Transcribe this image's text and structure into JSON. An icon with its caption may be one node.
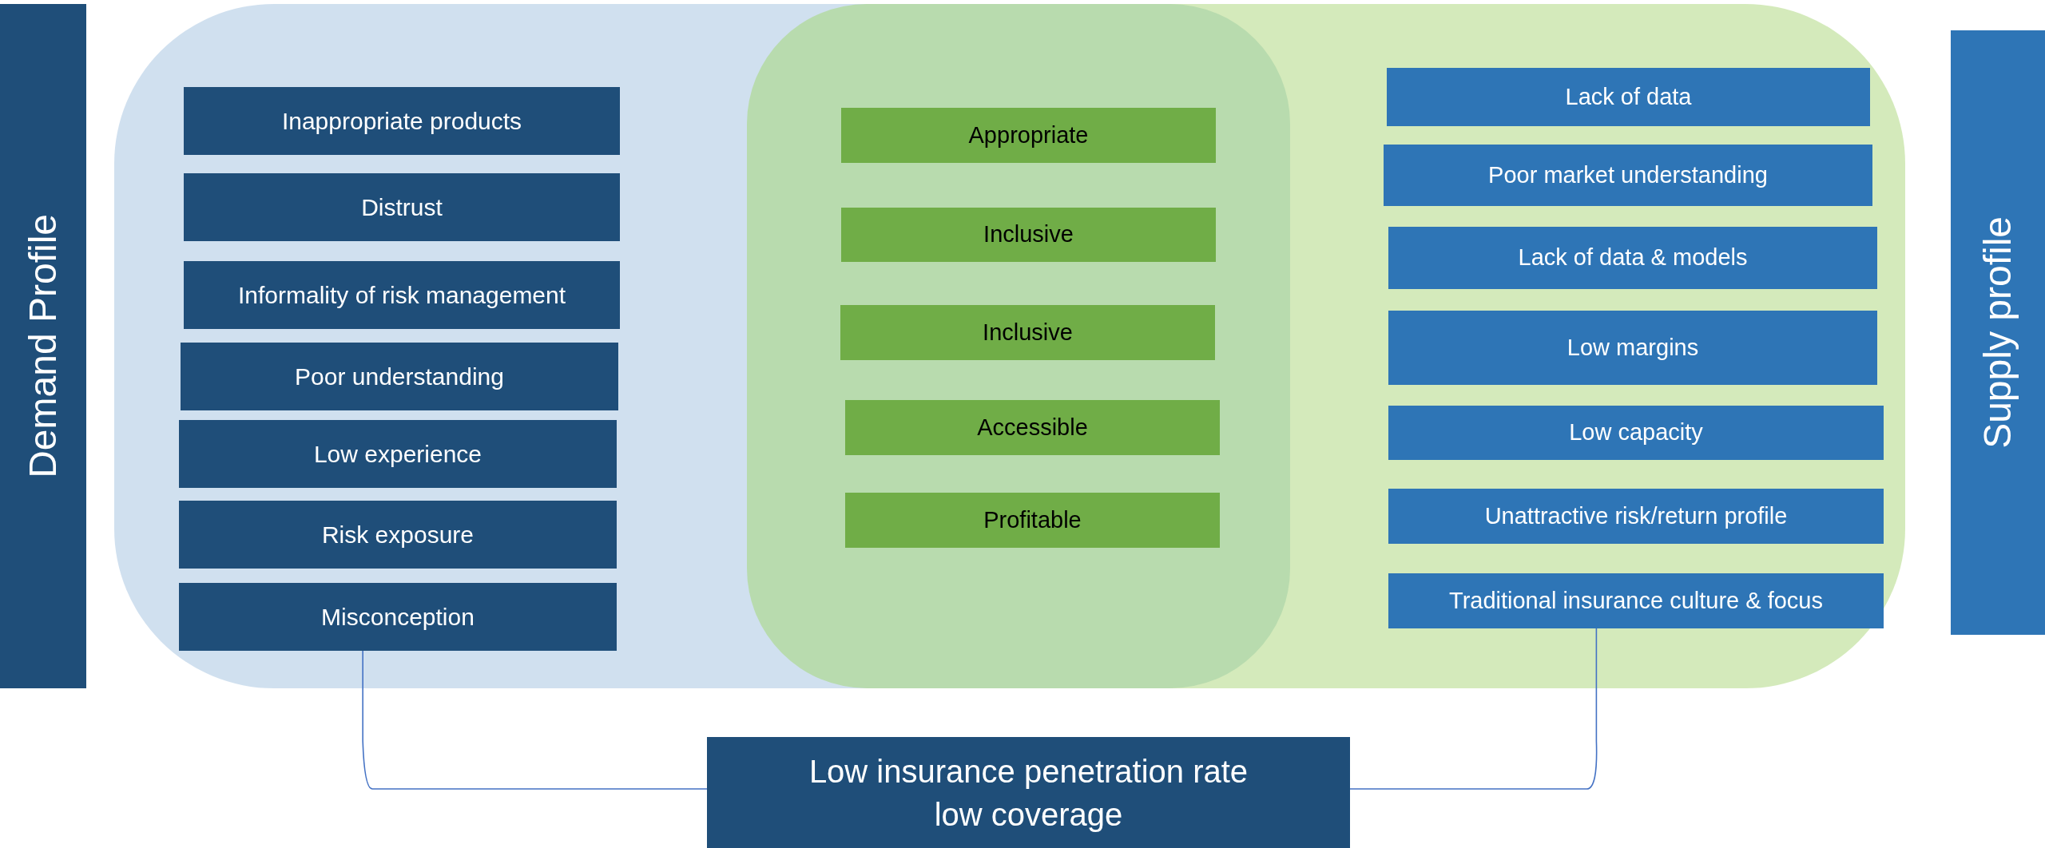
{
  "diagram": {
    "nodes": [
      {
        "text": [
          "Demand Profile"
        ]
      },
      {
        "text": [
          "Inappropriate products"
        ]
      },
      {
        "text": [
          "Distrust"
        ]
      },
      {
        "text": [
          "Informality of risk management"
        ]
      },
      {
        "text": [
          "Poor understanding"
        ]
      },
      {
        "text": [
          "Low experience"
        ]
      },
      {
        "text": [
          "Risk exposure"
        ]
      },
      {
        "text": [
          "Misconception"
        ]
      },
      {
        "text": [
          "Appropriate"
        ]
      },
      {
        "text": [
          "Inclusive"
        ]
      },
      {
        "text": [
          "Inclusive"
        ]
      },
      {
        "text": [
          "Accessible"
        ]
      },
      {
        "text": [
          "Profitable"
        ]
      },
      {
        "text": [
          "Lack of data"
        ]
      },
      {
        "text": [
          "Poor market understanding"
        ]
      },
      {
        "text": [
          "Lack of data & models"
        ]
      },
      {
        "text": [
          "Low margins"
        ]
      },
      {
        "text": [
          "Low capacity"
        ]
      },
      {
        "text": [
          "Unattractive risk/return profile"
        ]
      },
      {
        "text": [
          "Traditional insurance culture & focus"
        ]
      },
      {
        "text": [
          "Supply profile"
        ]
      },
      {
        "text": [
          "Low insurance penetration rate low coverage"
        ]
      }
    ],
    "edges": [
      {
        "from": 7,
        "to": 21,
        "arrow": "none"
      },
      {
        "from": 19,
        "to": 21,
        "arrow": "none"
      }
    ]
  }
}
